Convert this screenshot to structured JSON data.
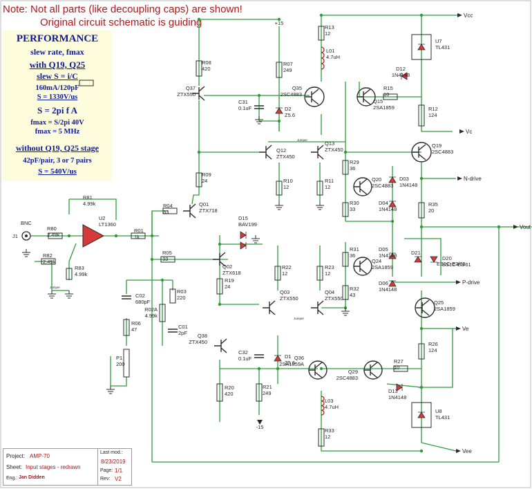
{
  "note": {
    "line1": "Note: Not all parts (like decoupling caps) are shown!",
    "line2": "Original circuit schematic is guiding"
  },
  "performance": {
    "title": "PERFORMANCE",
    "subtitle": "slew rate, fmax",
    "with_heading": "with Q19, Q25",
    "slew_formula": "slew S = i/C",
    "current_cap": "160mA/120pF",
    "slew_value": "S = 1330V/us",
    "s_formula": "S = 2pi f A",
    "fmax_formula": "fmax = S/2pi 40V",
    "fmax_value": "fmax = 5 MHz",
    "without_heading": "without Q19, Q25 stage",
    "pair_cap": "42pF/pair, 3 or 7 pairs",
    "slew_without": "S = 540V/us"
  },
  "rails": {
    "vcc": "Vcc",
    "vc": "Vc",
    "ndrive": "N-drive",
    "vout": "Vout",
    "pdrive": "P-drive",
    "ve": "Ve",
    "vee": "Vee",
    "p15": "+15",
    "m15": "-15",
    "jumper": "Jumper"
  },
  "components": [
    {
      "ref": "R13",
      "value": "12"
    },
    {
      "ref": "L01",
      "value": "4.7uH"
    },
    {
      "ref": "U7",
      "value": "TL431"
    },
    {
      "ref": "D12",
      "value": "1N4148"
    },
    {
      "ref": "R15",
      "value": "10"
    },
    {
      "ref": "Q15",
      "value": "2SA1859"
    },
    {
      "ref": "R12",
      "value": "124"
    },
    {
      "ref": "Q35",
      "value": "2SC4883"
    },
    {
      "ref": "R08",
      "value": "420"
    },
    {
      "ref": "R07",
      "value": "249"
    },
    {
      "ref": "Q37",
      "value": "ZTX550"
    },
    {
      "ref": "C31",
      "value": "0.1uF"
    },
    {
      "ref": "D2",
      "value": "Z5.6"
    },
    {
      "ref": "Q13",
      "value": "ZTX450"
    },
    {
      "ref": "Q12",
      "value": "ZTX450"
    },
    {
      "ref": "Q19",
      "value": "2SC4883"
    },
    {
      "ref": "R29",
      "value": "36"
    },
    {
      "ref": "Q20",
      "value": "2SC4883"
    },
    {
      "ref": "D03",
      "value": "1N4148"
    },
    {
      "ref": "R09",
      "value": "24"
    },
    {
      "ref": "R10",
      "value": "12"
    },
    {
      "ref": "R11",
      "value": "12"
    },
    {
      "ref": "R30",
      "value": "33"
    },
    {
      "ref": "D04",
      "value": "1N4148"
    },
    {
      "ref": "R35",
      "value": "20"
    },
    {
      "ref": "R81",
      "value": "4.99k"
    },
    {
      "ref": "U2",
      "value": "LT1360"
    },
    {
      "ref": "R04",
      "value": "33"
    },
    {
      "ref": "Q01",
      "value": "ZTX718"
    },
    {
      "ref": "D15",
      "value": "BAV199"
    },
    {
      "ref": "R80",
      "value": "2.49k"
    },
    {
      "ref": "R01",
      "value": "1k"
    },
    {
      "ref": "R82",
      "value": "2.49k"
    },
    {
      "ref": "R83",
      "value": "4.99k"
    },
    {
      "ref": "R05",
      "value": "33"
    },
    {
      "ref": "Q02",
      "value": "ZTX618"
    },
    {
      "ref": "R31",
      "value": "36"
    },
    {
      "ref": "D05",
      "value": "1N4148"
    },
    {
      "ref": "D21",
      "value": ""
    },
    {
      "ref": "D20",
      "value": "ES1C-E3/61"
    },
    {
      "ref": "R22",
      "value": "12"
    },
    {
      "ref": "R23",
      "value": "12"
    },
    {
      "ref": "Q24",
      "value": "2SA1859"
    },
    {
      "ref": "C02",
      "value": "680pF"
    },
    {
      "ref": "R03",
      "value": "220"
    },
    {
      "ref": "R19",
      "value": "24"
    },
    {
      "ref": "R32",
      "value": "43"
    },
    {
      "ref": "D06",
      "value": "1N4148"
    },
    {
      "ref": "R02A",
      "value": "4.99k"
    },
    {
      "ref": "Q03",
      "value": "ZTX550"
    },
    {
      "ref": "Q04",
      "value": "ZTX550"
    },
    {
      "ref": "Q25",
      "value": "2SA1859"
    },
    {
      "ref": "C01",
      "value": "2pF"
    },
    {
      "ref": "R06",
      "value": "47"
    },
    {
      "ref": "Q38",
      "value": "ZTX450"
    },
    {
      "ref": "R26",
      "value": "124"
    },
    {
      "ref": "C32",
      "value": "0.1uF"
    },
    {
      "ref": "D1",
      "value": "Z5.6"
    },
    {
      "ref": "Q36",
      "value": "2SA1859A"
    },
    {
      "ref": "Q29",
      "value": "2SC4883"
    },
    {
      "ref": "R27",
      "value": "10"
    },
    {
      "ref": "P1",
      "value": "200"
    },
    {
      "ref": "D13",
      "value": "1N4148"
    },
    {
      "ref": "R20",
      "value": "420"
    },
    {
      "ref": "R21",
      "value": "249"
    },
    {
      "ref": "L03",
      "value": "4.7uH"
    },
    {
      "ref": "U8",
      "value": "TL431"
    },
    {
      "ref": "R33",
      "value": "12"
    }
  ],
  "labels": {
    "j1": "J1",
    "bnc": "BNC",
    "d20_value2": "ES1C-E3/61"
  },
  "title_block": {
    "project_label": "Project:",
    "project": "AMP-70",
    "sheet_label": "Sheet:",
    "sheet": "Input stages - redrawn",
    "eng_label": "Eng.:",
    "eng": "Jan Didden",
    "lastmod_label": "Last mod.:",
    "lastmod": "8/23/2019",
    "page_label": "Page:",
    "page": "1/1",
    "rev_label": "Rev:",
    "rev": "V2"
  },
  "colors": {
    "wire": "#2d9a3a",
    "symbol": "#2a2a2a",
    "fill": "#d53a3a",
    "text": "#222222",
    "note": "#b01818",
    "perf_text": "#0d1a96",
    "perf_bg": "#fdfcdc"
  }
}
